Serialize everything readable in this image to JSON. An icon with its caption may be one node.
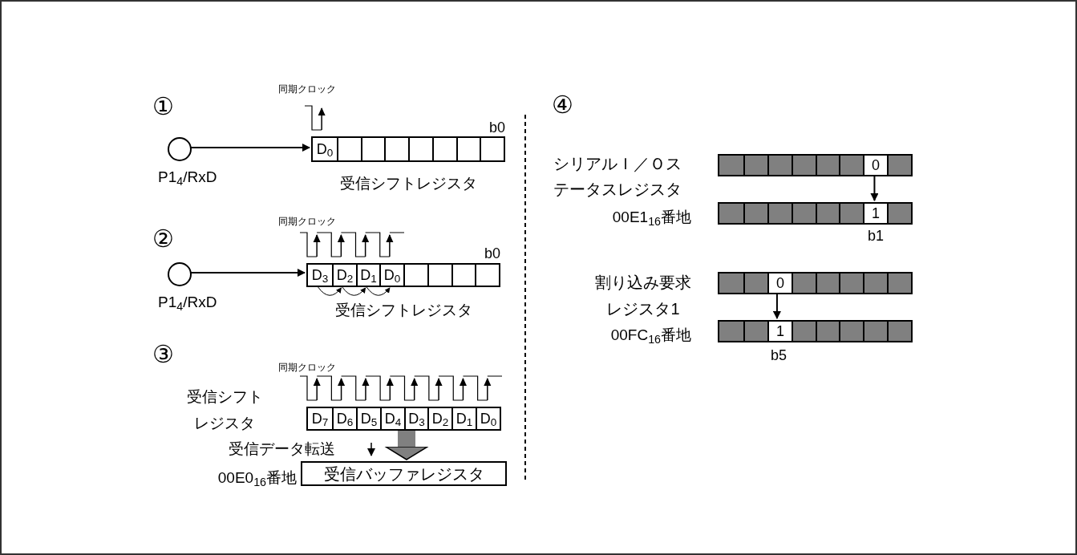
{
  "diagram": {
    "nodes": [
      {
        "text": [],
        "shape": "circle",
        "beside": [
          "P1$_{4}$/RxD"
        ]
      },
      {
        "text": [],
        "shape": "bar",
        "beside": [
          "受信シフトレジスタ"
        ]
      },
      {
        "text": [
          "D$_{0}$"
        ],
        "in": 1
      },
      {
        "text": [],
        "shape": "box",
        "in": 1
      },
      {
        "text": [],
        "shape": "box",
        "in": 1
      },
      {
        "text": [],
        "shape": "box",
        "in": 1
      },
      {
        "text": [],
        "shape": "box",
        "in": 1
      },
      {
        "text": [],
        "shape": "box",
        "in": 1
      },
      {
        "text": [],
        "shape": "box",
        "in": 1
      },
      {
        "text": [],
        "shape": "box",
        "in": 1
      },
      {
        "text": [],
        "shape": "circle",
        "beside": [
          "P1$_{4}$/RxD"
        ]
      },
      {
        "text": [],
        "shape": "bar",
        "beside": [
          "受信シフトレジスタ"
        ]
      },
      {
        "text": [
          "D$_{3}$"
        ],
        "in": 11
      },
      {
        "text": [
          "D$_{2}$"
        ],
        "in": 11
      },
      {
        "text": [
          "D$_{1}$"
        ],
        "in": 11
      },
      {
        "text": [
          "D$_{0}$"
        ],
        "in": 11
      },
      {
        "text": [],
        "shape": "box",
        "in": 11
      },
      {
        "text": [],
        "shape": "box",
        "in": 11
      },
      {
        "text": [],
        "shape": "box",
        "in": 11
      },
      {
        "text": [],
        "shape": "box",
        "in": 11
      },
      {
        "text": [],
        "shape": "bar",
        "beside": [
          "受信シフトレジスタ"
        ]
      },
      {
        "text": [
          "D$_{7}$"
        ],
        "in": 20
      },
      {
        "text": [
          "D$_{6}$"
        ],
        "in": 20
      },
      {
        "text": [
          "D$_{5}$"
        ],
        "in": 20
      },
      {
        "text": [
          "D$_{4}$"
        ],
        "in": 20
      },
      {
        "text": [
          "D$_{3}$"
        ],
        "in": 20
      },
      {
        "text": [
          "D$_{2}$"
        ],
        "in": 20
      },
      {
        "text": [
          "D$_{1}$"
        ],
        "in": 20
      },
      {
        "text": [
          "D$_{0}$"
        ],
        "in": 20
      },
      {
        "text": [
          "受信バッファレジスタ"
        ],
        "beside": [
          "00E0$_{16}$番地"
        ]
      },
      {
        "text": [],
        "shape": "bar"
      },
      {
        "text": [],
        "shape": "box",
        "in": 30
      },
      {
        "text": [],
        "shape": "box",
        "in": 30
      },
      {
        "text": [],
        "shape": "box",
        "in": 30
      },
      {
        "text": [],
        "shape": "box",
        "in": 30
      },
      {
        "text": [],
        "shape": "box",
        "in": 30
      },
      {
        "text": [],
        "shape": "box",
        "in": 30
      },
      {
        "text": [
          "0"
        ],
        "in": 30
      },
      {
        "text": [],
        "shape": "box",
        "in": 30
      },
      {
        "text": [],
        "shape": "bar",
        "beside": [
          "00E1$_{16}$番地"
        ]
      },
      {
        "text": [],
        "shape": "box",
        "in": 39
      },
      {
        "text": [],
        "shape": "box",
        "in": 39
      },
      {
        "text": [],
        "shape": "box",
        "in": 39
      },
      {
        "text": [],
        "shape": "box",
        "in": 39
      },
      {
        "text": [],
        "shape": "box",
        "in": 39
      },
      {
        "text": [],
        "shape": "box",
        "in": 39
      },
      {
        "text": [
          "1"
        ],
        "in": 39
      },
      {
        "text": [],
        "shape": "box",
        "in": 39
      },
      {
        "text": [],
        "shape": "bar"
      },
      {
        "text": [],
        "shape": "box",
        "in": 48
      },
      {
        "text": [],
        "shape": "box",
        "in": 48
      },
      {
        "text": [
          "0"
        ],
        "in": 48
      },
      {
        "text": [],
        "shape": "box",
        "in": 48
      },
      {
        "text": [],
        "shape": "box",
        "in": 48
      },
      {
        "text": [],
        "shape": "box",
        "in": 48
      },
      {
        "text": [],
        "shape": "box",
        "in": 48
      },
      {
        "text": [],
        "shape": "box",
        "in": 48
      },
      {
        "text": [],
        "shape": "bar",
        "beside": [
          "00FC$_{16}$番地"
        ]
      },
      {
        "text": [],
        "shape": "box",
        "in": 57
      },
      {
        "text": [],
        "shape": "box",
        "in": 57
      },
      {
        "text": [
          "1"
        ],
        "in": 57
      },
      {
        "text": [],
        "shape": "box",
        "in": 57
      },
      {
        "text": [],
        "shape": "box",
        "in": 57
      },
      {
        "text": [],
        "shape": "box",
        "in": 57
      },
      {
        "text": [],
        "shape": "box",
        "in": 57
      },
      {
        "text": [],
        "shape": "box",
        "in": 57
      }
    ],
    "edges": [
      {
        "from": 0,
        "to": 2,
        "arrow": "to"
      },
      {
        "from": 10,
        "to": 12,
        "arrow": "to"
      },
      {
        "from": 12,
        "to": 13,
        "arrow": "to"
      },
      {
        "from": 13,
        "to": 14,
        "arrow": "to"
      },
      {
        "from": 14,
        "to": 15,
        "arrow": "to"
      },
      {
        "from": 20,
        "to": 29,
        "arrow": "to",
        "label": "受信データ転送",
        "style": "thick",
        "color": "#808080"
      },
      {
        "from": 37,
        "to": 46,
        "arrow": "to"
      },
      {
        "from": 51,
        "to": 60,
        "arrow": "to"
      }
    ],
    "labels": [
      "①",
      "同期クロック",
      "b0",
      "②",
      "同期クロック",
      "b0",
      "③",
      "同期クロック",
      "④",
      "シリアルＩ／Ｏステータスレジスタ",
      "b1",
      "割り込み要求レジスタ1",
      "b5"
    ]
  }
}
